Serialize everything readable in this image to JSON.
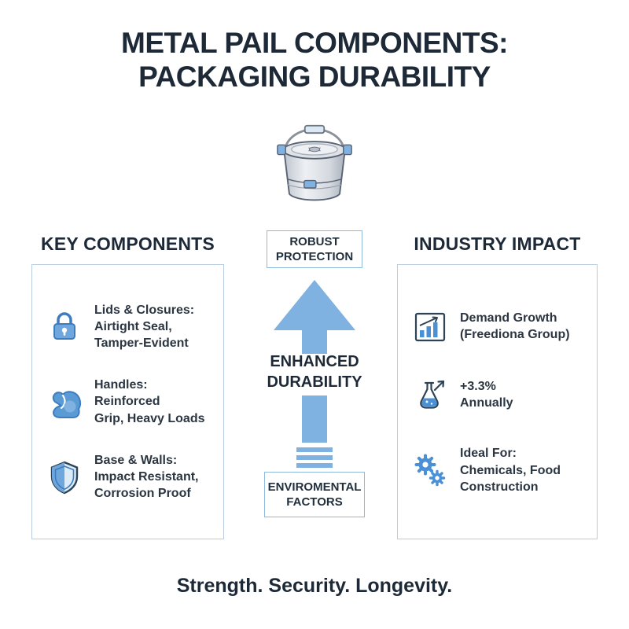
{
  "title": {
    "line1": "METAL PAIL COMPONENTS:",
    "line2": "PACKAGING DURABILITY"
  },
  "illustration": {
    "name": "metal-pail"
  },
  "left_panel": {
    "heading": "KEY COMPONENTS",
    "items": [
      {
        "icon": "lock-icon",
        "text": "Lids & Closures:\nAirtight Seal,\nTamper-Evident"
      },
      {
        "icon": "muscle-icon",
        "text": "Handles: Reinforced\nGrip, Heavy Loads"
      },
      {
        "icon": "shield-icon",
        "text": "Base & Walls:\nImpact Resistant,\nCorrosion Proof"
      }
    ]
  },
  "center": {
    "top_box": "ROBUST\nPROTECTION",
    "arrow_label": "ENHANCED\nDURABILITY",
    "bottom_box": "ENVIROMENTAL\nFACTORS"
  },
  "right_panel": {
    "heading": "INDUSTRY IMPACT",
    "items": [
      {
        "icon": "growth-chart-icon",
        "text": "Demand Growth\n(Freediona Group)"
      },
      {
        "icon": "flask-icon",
        "text": "+3.3%\nAnnually"
      },
      {
        "icon": "gears-icon",
        "text": "Ideal For:\nChemicals, Food\nConstruction"
      }
    ]
  },
  "footer": {
    "tagline": "Strength. Security. Longevity."
  },
  "colors": {
    "accent_blue": "#7FB2E0",
    "icon_blue": "#4A90D6",
    "outline_dark": "#2E4356",
    "title_dark": "#1D2936",
    "panel_border": "#B9CDE0",
    "center_border": "#8FB8DE"
  }
}
